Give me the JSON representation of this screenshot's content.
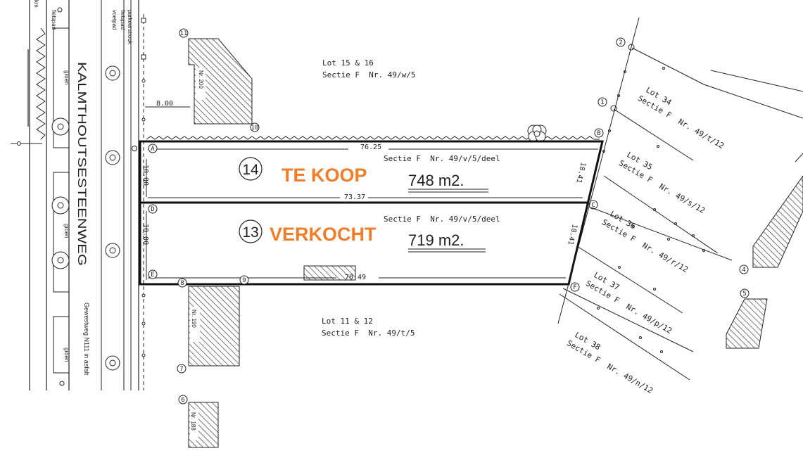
{
  "street": {
    "name": "KALMTHOUTSESTEENWEG",
    "subtitle": "Gewestweg N111 in asfalt",
    "labels": {
      "km": "km",
      "fietspad": "fietspad",
      "voetpad": "voetpad",
      "parkeerstrook": "parkeerstrook",
      "groen": "groen"
    }
  },
  "plots": [
    {
      "number": "14",
      "status": "TE KOOP",
      "sectie": "Sectie F  Nr. 49/v/5/deel",
      "area": "748 m2.",
      "top": "76.25",
      "bottom": "73.37",
      "left": "10.00",
      "right": "10.41"
    },
    {
      "number": "13",
      "status": "VERKOCHT",
      "sectie": "Sectie F  Nr. 49/v/5/deel",
      "area": "719 m2.",
      "top": "73.37",
      "bottom": "70.49",
      "left": "10.00",
      "right": "10.41"
    }
  ],
  "status_color": "#ef7d2a",
  "corners": [
    "A",
    "B",
    "C",
    "D",
    "E",
    "F"
  ],
  "markers": [
    "1",
    "2",
    "4",
    "5",
    "6",
    "7",
    "8",
    "9",
    "10",
    "11"
  ],
  "setback": "8.00",
  "lots": [
    {
      "title": "Lot 15 & 16",
      "sectie": "Sectie F  Nr. 49/w/5"
    },
    {
      "title": "Lot 11 & 12",
      "sectie": "Sectie F  Nr. 49/t/5"
    },
    {
      "title": "Lot 34",
      "sectie": "Sectie F  Nr. 49/t/12"
    },
    {
      "title": "Lot 35",
      "sectie": "Sectie F  Nr. 49/s/12"
    },
    {
      "title": "Lot 36",
      "sectie": "Sectie F  Nr. 49/r/12"
    },
    {
      "title": "Lot 37",
      "sectie": "Sectie F  Nr. 49/p/12"
    },
    {
      "title": "Lot 38",
      "sectie": "Sectie F  Nr. 49/n/12"
    }
  ],
  "houses": [
    "Nr. 200",
    "Nr. 190",
    "Nr. 188"
  ]
}
